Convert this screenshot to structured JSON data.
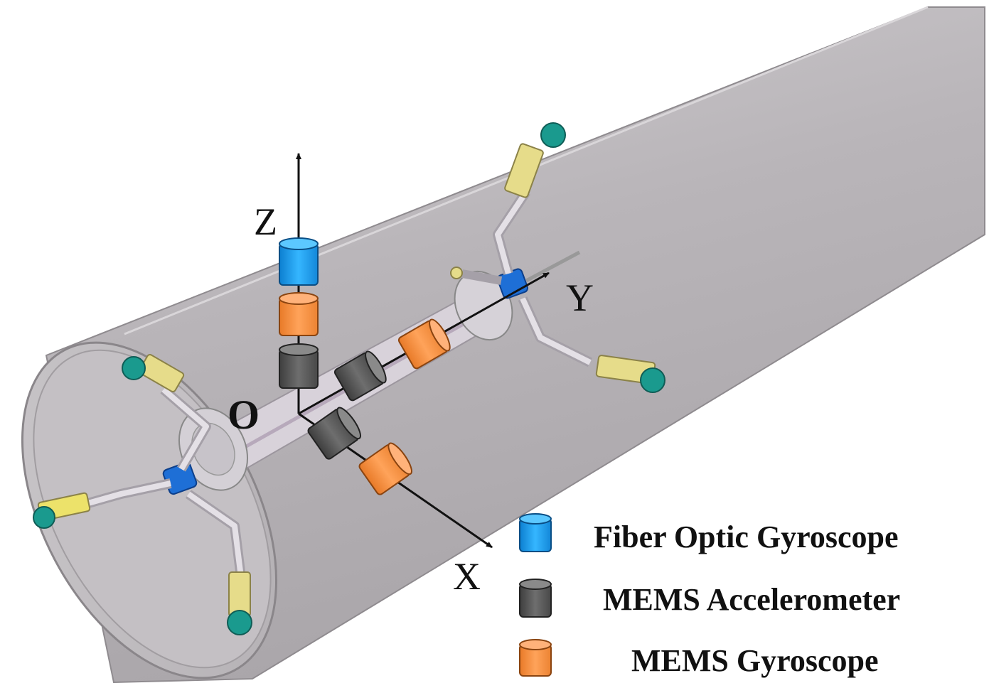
{
  "axes": {
    "origin": "O",
    "x": "X",
    "y": "Y",
    "z": "Z"
  },
  "legend": [
    {
      "label": "Fiber Optic Gyroscope",
      "color": "#1e9be8"
    },
    {
      "label": "MEMS Accelerometer",
      "color": "#5c5c5c"
    },
    {
      "label": "MEMS Gyroscope",
      "color": "#f08a3c"
    }
  ],
  "colors": {
    "pipe": "#bdb9bd",
    "wheel": "#1a9a8e",
    "clamp_arm": "#e6dc8a",
    "hub": "#1e6fd6"
  }
}
